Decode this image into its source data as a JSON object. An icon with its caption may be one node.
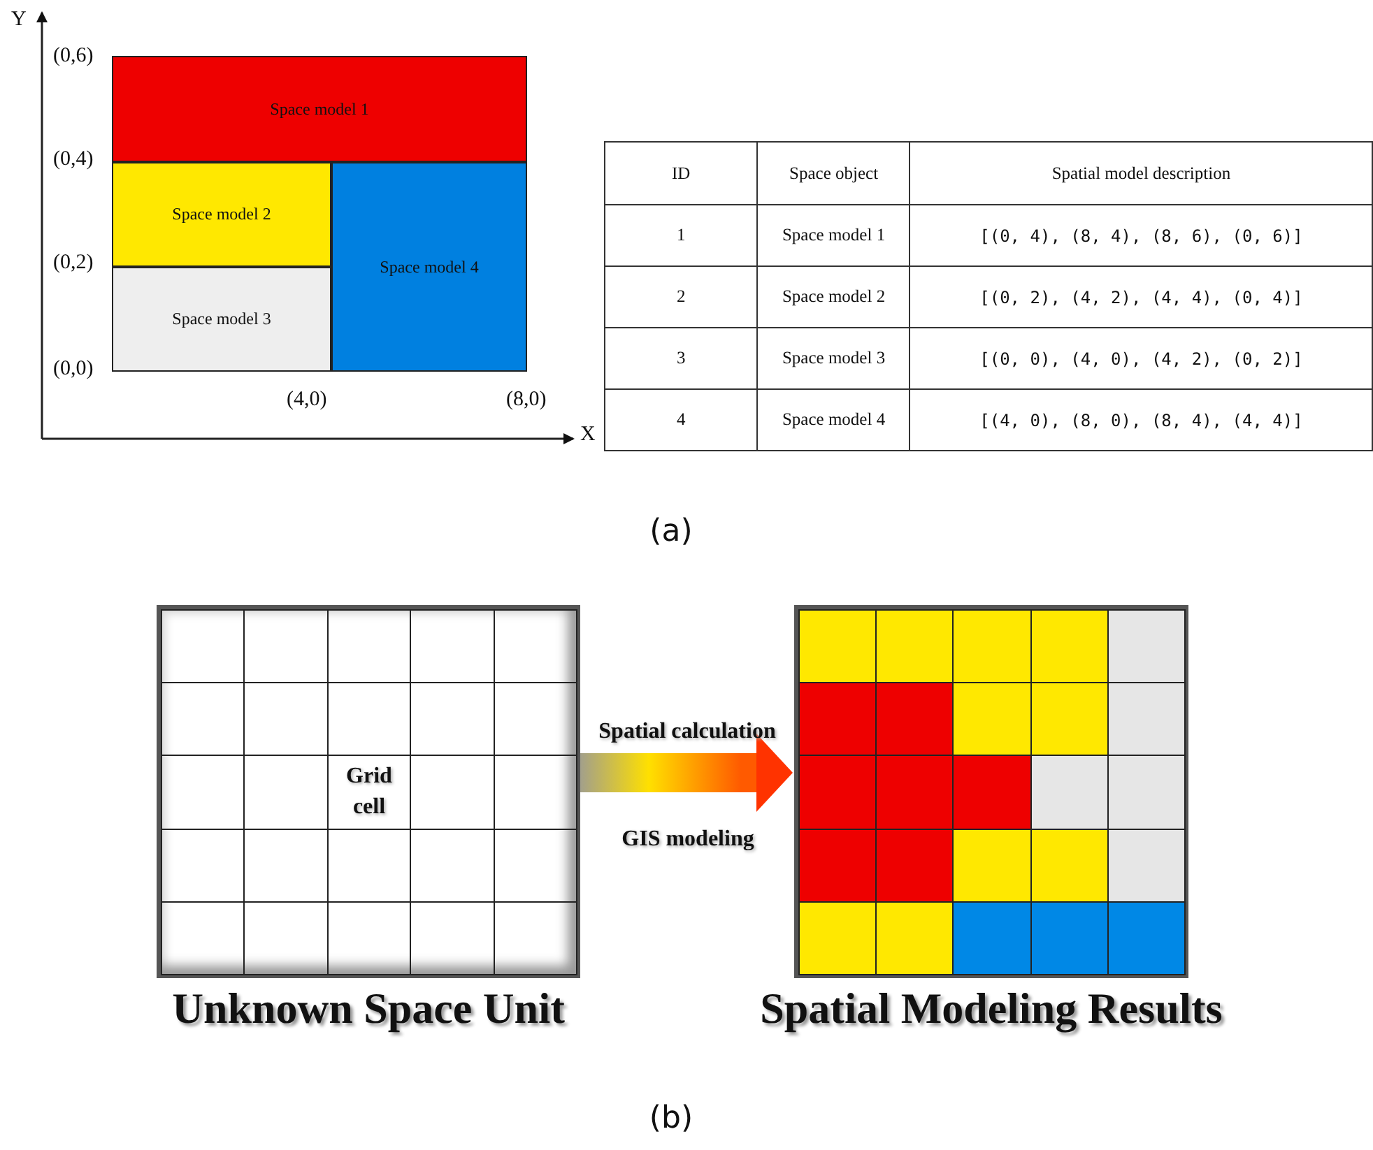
{
  "diagram": {
    "nodes": [
      {
        "text": [
          "Space model 1"
        ]
      },
      {
        "text": [
          "Space model 2"
        ]
      },
      {
        "text": [
          "Space model 3"
        ]
      },
      {
        "text": [
          "Space model 4"
        ]
      },
      {
        "text": [
          "Unknown Space Unit"
        ]
      },
      {
        "text": [
          "Grid cell"
        ],
        "in": 4
      },
      {
        "text": [
          "Spatial Modeling Results"
        ]
      }
    ],
    "edges": [
      {
        "from": 4,
        "to": 6,
        "arrow": "to",
        "label": "Spatial calculation"
      }
    ],
    "labels": [
      "Y",
      "(0,6)",
      "(0,4)",
      "(0,2)",
      "(0,0)",
      "(4,0)",
      "(8,0)",
      "X",
      "ID",
      "Space object",
      "Spatial model description",
      "1",
      "Space model 1",
      "[(0, 4), (8, 4), (8, 6), (0, 6)]",
      "2",
      "Space model 2",
      "[(0, 2), (4, 2), (4, 4), (0, 4)]",
      "3",
      "Space model 3",
      "[(0, 0), (4, 0), (4, 2), (0, 2)]",
      "4",
      "Space model 4",
      "[(4, 0), (8, 0), (8, 4), (4, 4)]",
      "(a)",
      "GIS modeling",
      "(b)"
    ]
  }
}
